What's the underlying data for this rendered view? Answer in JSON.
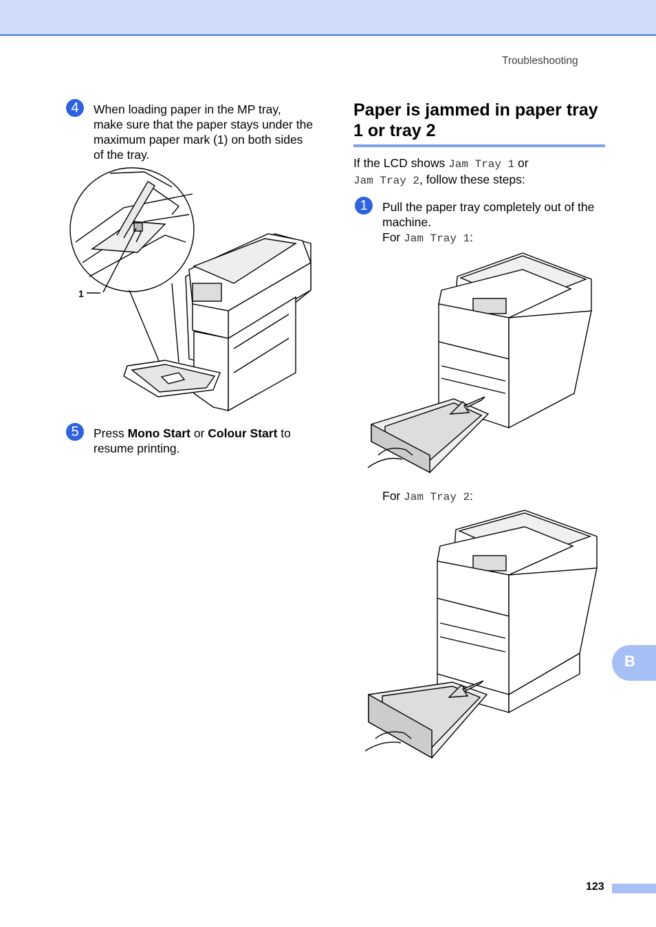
{
  "header": {
    "running_head": "Troubleshooting"
  },
  "left": {
    "step4": {
      "number": "4",
      "text": "When loading paper in the MP tray, make sure that the paper stays under the maximum paper mark (1) on both sides of the tray."
    },
    "callout_label": "1",
    "step5": {
      "number": "5",
      "pre": "Press ",
      "bold1": "Mono Start",
      "mid": " or ",
      "bold2": "Colour Start",
      "post": " to resume printing."
    }
  },
  "right": {
    "title": "Paper is jammed in paper tray 1 or tray 2",
    "intro": {
      "pre": "If the LCD shows ",
      "code1": "Jam Tray 1",
      "mid": " or ",
      "code2": "Jam Tray 2",
      "post": ", follow these steps:"
    },
    "step1": {
      "number": "1",
      "text": "Pull the paper tray completely out of the machine."
    },
    "for1": {
      "pre": "For ",
      "code": "Jam Tray 1",
      "post": ":"
    },
    "for2": {
      "pre": "For ",
      "code": "Jam Tray 2",
      "post": ":"
    }
  },
  "footer": {
    "page_number": "123",
    "side_tab": "B"
  }
}
